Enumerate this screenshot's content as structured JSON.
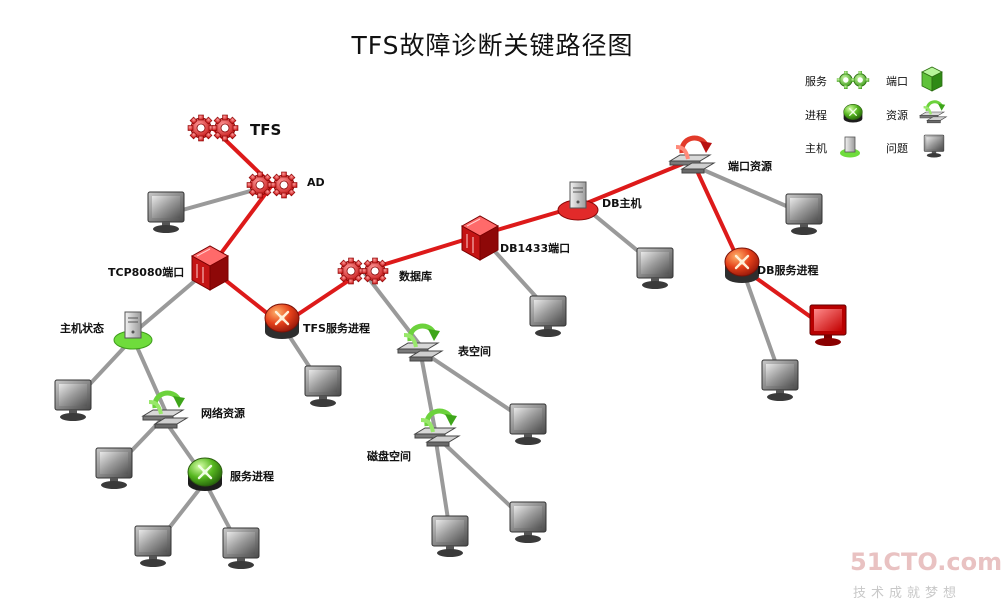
{
  "title": "TFS故障诊断关键路径图",
  "legend": [
    {
      "label": "服务",
      "icon": "gears-icon"
    },
    {
      "label": "端口",
      "icon": "port-cube-icon"
    },
    {
      "label": "进程",
      "icon": "process-cylinder-icon"
    },
    {
      "label": "资源",
      "icon": "resource-icon"
    },
    {
      "label": "主机",
      "icon": "host-icon"
    },
    {
      "label": "问题",
      "icon": "monitor-icon"
    }
  ],
  "nodes": {
    "tfs": "TFS",
    "ad": "AD",
    "tcp8080": "TCP8080端口",
    "host_status": "主机状态",
    "tfs_service": "TFS服务进程",
    "database": "数据库",
    "db1433": "DB1433端口",
    "db_host": "DB主机",
    "port_resource": "端口资源",
    "db_service": "DB服务进程",
    "table_space": "表空间",
    "disk_space": "磁盘空间",
    "network_resource": "网络资源",
    "service_process": "服务进程"
  },
  "colors": {
    "critical": "#dd1a1a",
    "normal": "#9a9a9a",
    "healthy": "#6fdc3c"
  },
  "watermark": {
    "brand": "51CTO.com",
    "slogan": "技术成就梦想"
  }
}
